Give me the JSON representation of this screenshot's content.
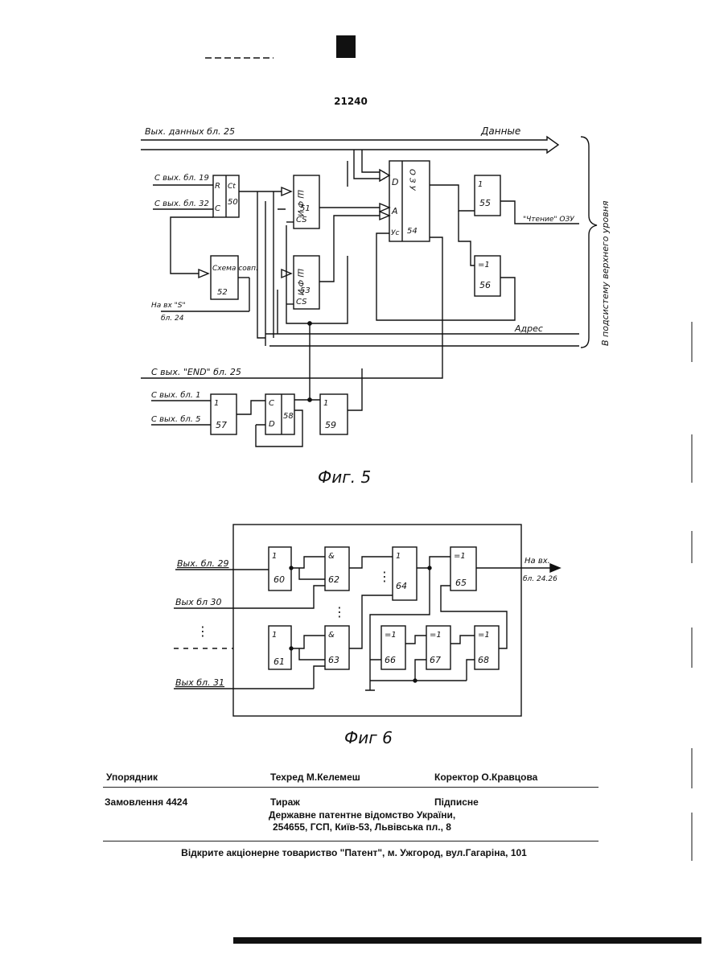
{
  "header": {
    "patent_number": "21240"
  },
  "fig5": {
    "caption": "Фиг. 5",
    "labels": {
      "data_out_25": "Вых. данных бл. 25",
      "data": "Данные",
      "in_19": "С вых. бл. 19",
      "in_32": "С вых. бл. 32",
      "to_s_24": "На вх \"S\"",
      "to_s_24b": "бл. 24",
      "end_25": "С вых. \"END\" бл. 25",
      "in_1": "С вых. бл. 1",
      "in_5": "С вых. бл. 5",
      "address": "Адрес",
      "read_ram": "\"Чтение\" ОЗУ",
      "right_side": "В подсистему верхнего уровня"
    },
    "blocks": {
      "b50": {
        "r": "R",
        "c": "C",
        "ct": "Ct",
        "num": "50"
      },
      "b51": {
        "title": "Ш Ф И",
        "num": "51",
        "cs": "CS"
      },
      "b52": {
        "title": "Схема совп.",
        "num": "52"
      },
      "b53": {
        "title": "Ш Ф И",
        "num": "53",
        "cs": "CS"
      },
      "b54": {
        "d": "D",
        "a": "A",
        "yc": "Ус",
        "title": "О З У",
        "num": "54"
      },
      "b55": {
        "op": "1",
        "num": "55"
      },
      "b56": {
        "op": "=1",
        "num": "56"
      },
      "b57": {
        "op": "1",
        "num": "57"
      },
      "b58": {
        "c": "C",
        "d": "D",
        "num": "58"
      },
      "b59": {
        "op": "1",
        "num": "59"
      }
    }
  },
  "fig6": {
    "caption": "Фиг 6",
    "labels": {
      "in_29": "Вых. бл. 29",
      "in_30": "Вых бл 30",
      "in_31": "Вых бл. 31",
      "out": "На вх.",
      "out2": "бл. 24.26"
    },
    "blocks": {
      "b60": {
        "op": "1",
        "num": "60"
      },
      "b61": {
        "op": "1",
        "num": "61"
      },
      "b62": {
        "op": "&",
        "num": "62"
      },
      "b63": {
        "op": "&",
        "num": "63"
      },
      "b64": {
        "op": "1",
        "num": "64"
      },
      "b65": {
        "op": "=1",
        "num": "65"
      },
      "b66": {
        "op": "=1",
        "num": "66"
      },
      "b67": {
        "op": "=1",
        "num": "67"
      },
      "b68": {
        "op": "=1",
        "num": "68"
      }
    }
  },
  "footer": {
    "compiler": "Упорядник",
    "techred": "Техред М.Келемеш",
    "corrector": "Коректор О.Кравцова",
    "order": "Замовлення 4424",
    "circulation": "Тираж",
    "subscription": "Підписне",
    "office_line1": "Державне патентне відомство України,",
    "office_line2": "254655, ГСП, Київ-53, Львівська пл., 8",
    "company": "Відкрите акціонерне товариство \"Патент\", м. Ужгород, вул.Гагаріна, 101"
  }
}
